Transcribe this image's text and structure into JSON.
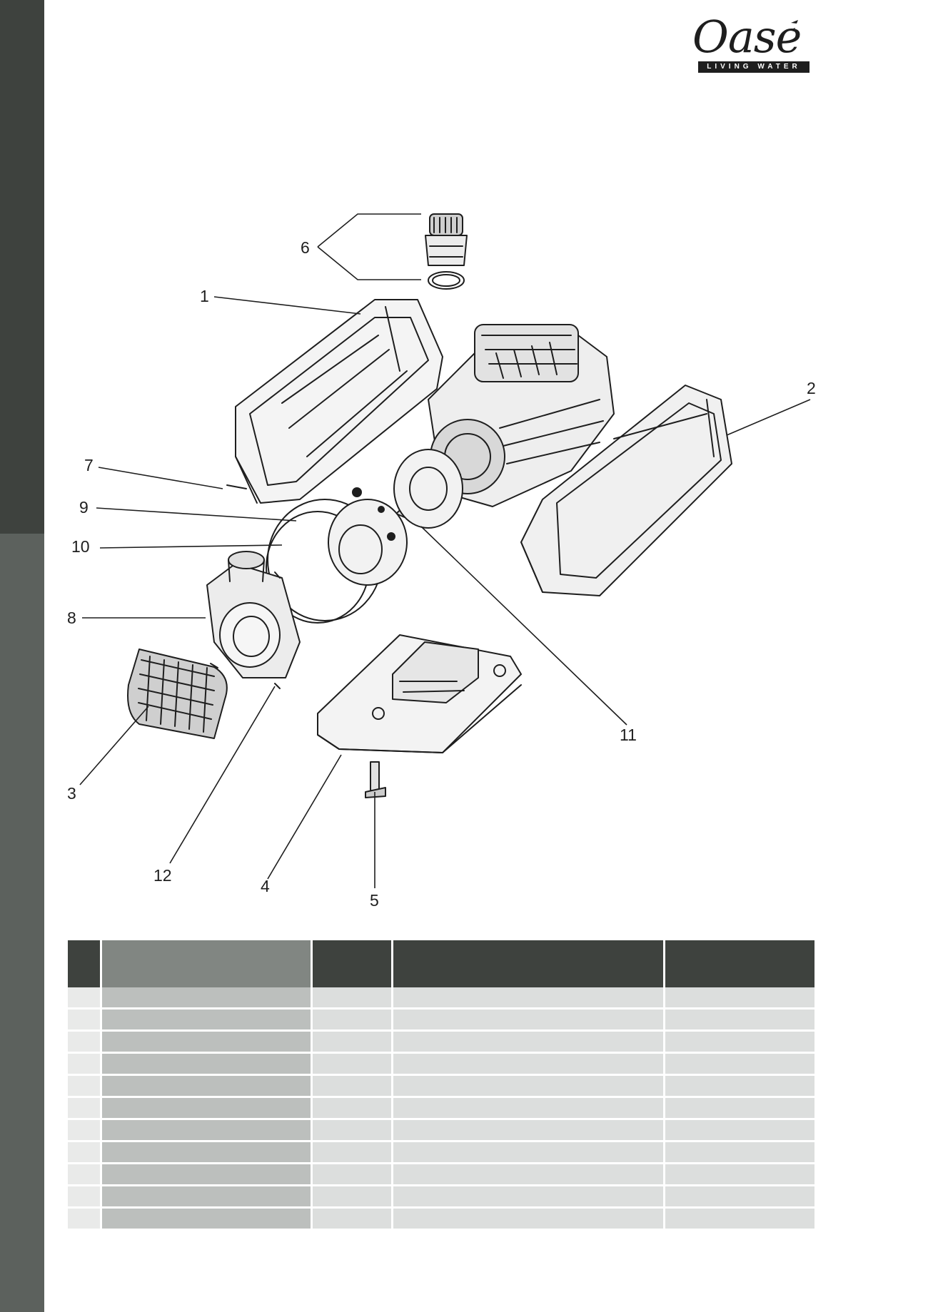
{
  "brand": {
    "logo_text": "Oase",
    "tagline": "LIVING WATER"
  },
  "diagram": {
    "callouts": [
      "1",
      "2",
      "3",
      "4",
      "5",
      "6",
      "7",
      "8",
      "9",
      "10",
      "11",
      "12"
    ]
  },
  "parts_table": {
    "headers": [
      "",
      "",
      "",
      "",
      ""
    ],
    "rows": [
      [
        "",
        "",
        "",
        "",
        ""
      ],
      [
        "",
        "",
        "",
        "",
        ""
      ],
      [
        "",
        "",
        "",
        "",
        ""
      ],
      [
        "",
        "",
        "",
        "",
        ""
      ],
      [
        "",
        "",
        "",
        "",
        ""
      ],
      [
        "",
        "",
        "",
        "",
        ""
      ],
      [
        "",
        "",
        "",
        "",
        ""
      ],
      [
        "",
        "",
        "",
        "",
        ""
      ],
      [
        "",
        "",
        "",
        "",
        ""
      ],
      [
        "",
        "",
        "",
        "",
        ""
      ],
      [
        "",
        "",
        "",
        "",
        ""
      ]
    ]
  },
  "colors": {
    "sidebar_dark": "#3e423e",
    "sidebar_light": "#5c615d",
    "header_dark": "#3e423e",
    "header_mid": "#818682",
    "cell_light": "#dcdedd",
    "cell_mid": "#bcbfbd"
  }
}
